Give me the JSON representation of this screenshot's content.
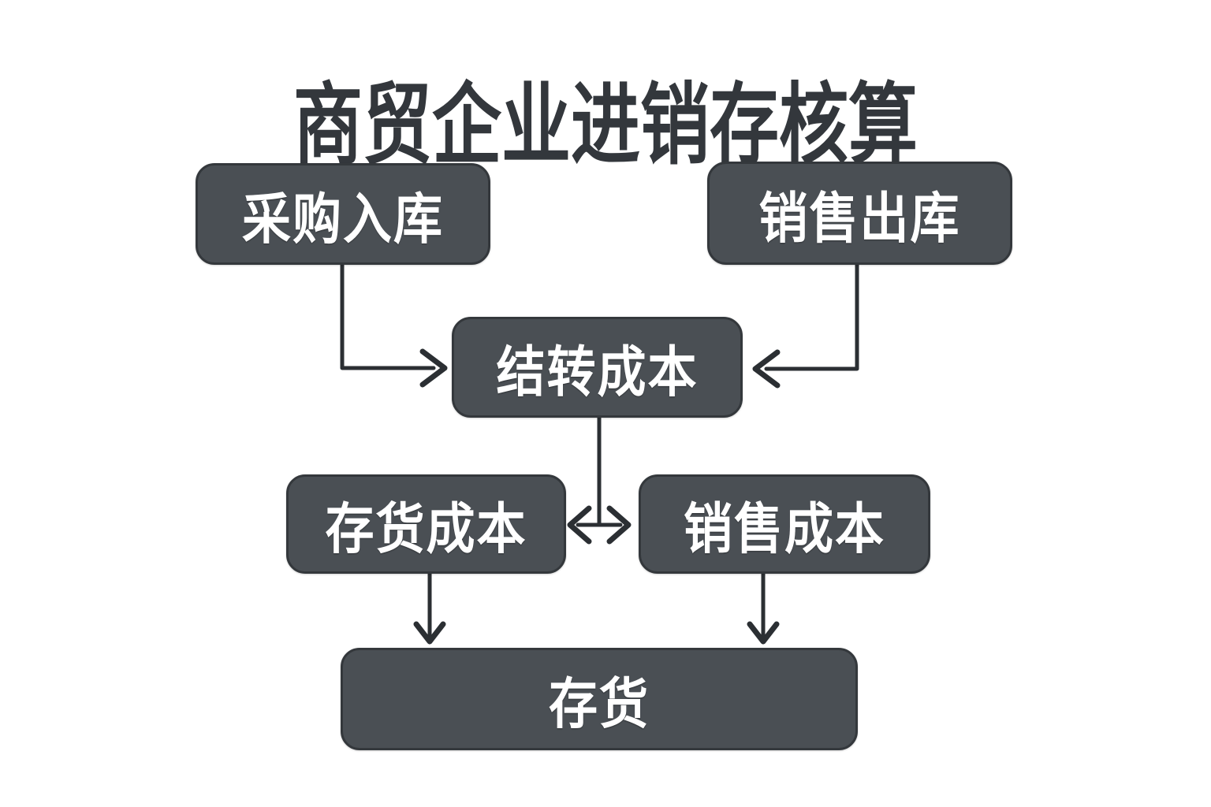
{
  "title": "商贸企业进销存核算",
  "nodes": {
    "purchase_in": {
      "label": "采购入库"
    },
    "sales_out": {
      "label": "销售出库"
    },
    "carryover_cost": {
      "label": "结转成本"
    },
    "inventory_cost": {
      "label": "存货成本"
    },
    "sales_cost": {
      "label": "销售成本"
    },
    "inventory": {
      "label": "存货"
    }
  },
  "edges": [
    {
      "from": "purchase_in",
      "to": "carryover_cost"
    },
    {
      "from": "sales_out",
      "to": "carryover_cost"
    },
    {
      "from": "carryover_cost",
      "to": "inventory_cost"
    },
    {
      "from": "carryover_cost",
      "to": "sales_cost"
    },
    {
      "from": "inventory_cost",
      "to": "inventory"
    },
    {
      "from": "sales_cost",
      "to": "inventory"
    }
  ],
  "colors": {
    "background": "#ffffff",
    "box_fill": "#4a4f54",
    "box_border": "#34383c",
    "box_text": "#ffffff",
    "title_text": "#33373c",
    "arrow": "#2b2f33"
  }
}
